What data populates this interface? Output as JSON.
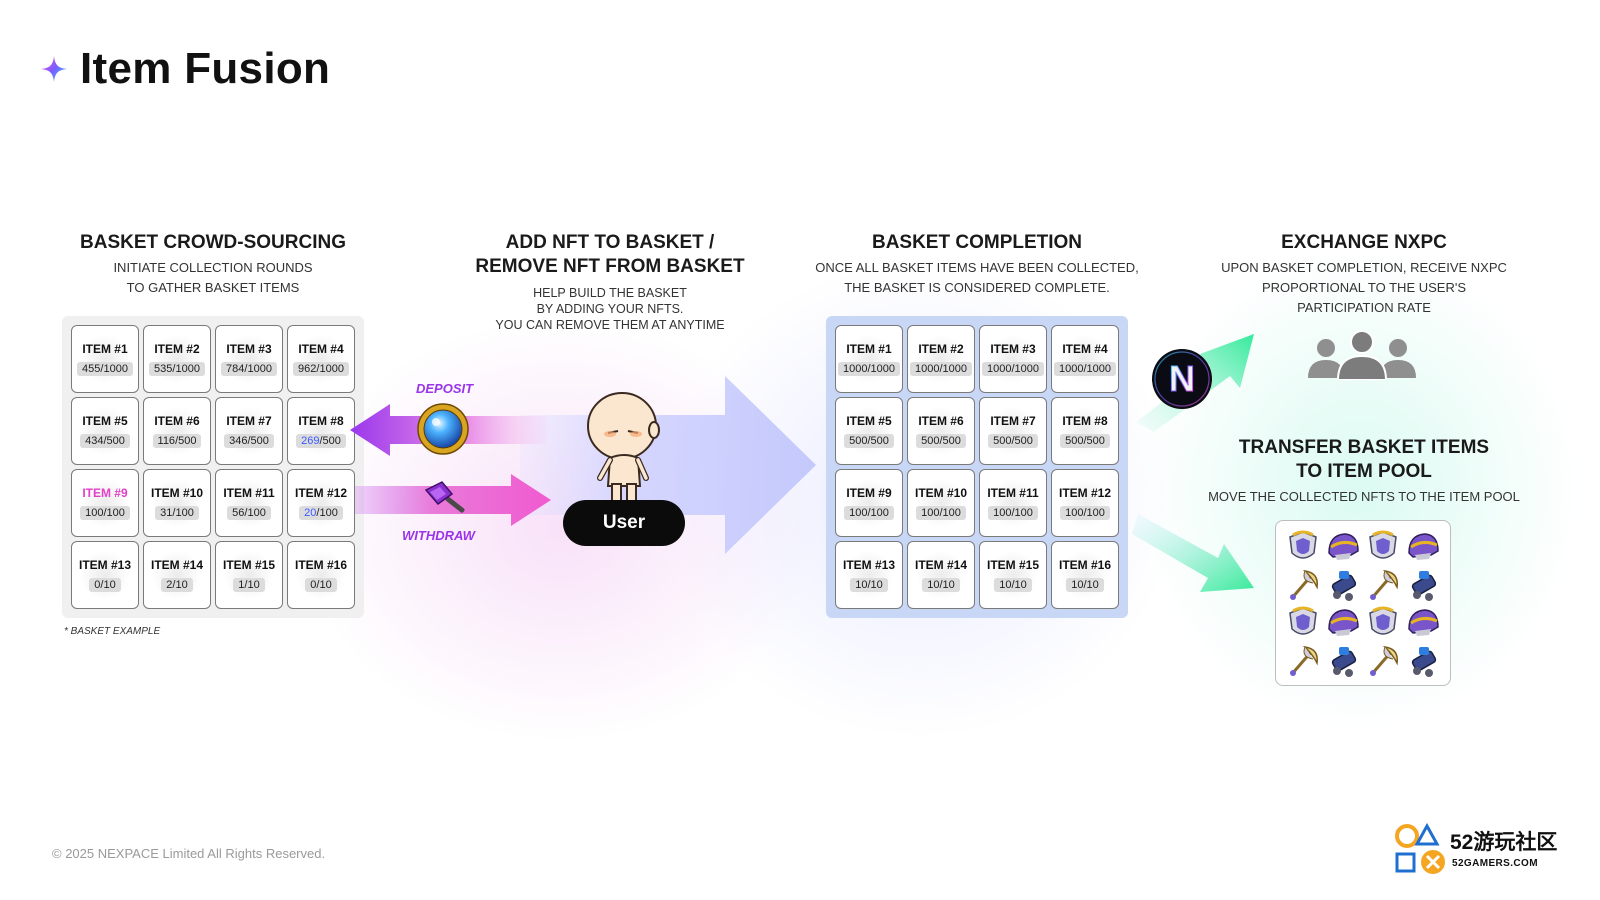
{
  "title": "Item Fusion",
  "colors": {
    "deposit": "#a44cf0",
    "withdraw": "#e450d6",
    "basket_complete_bg": "#c9d7f7",
    "accent_green": "#3ce8a8"
  },
  "sections": {
    "crowd": {
      "title": "BASKET CROWD-SOURCING",
      "desc": [
        "INITIATE COLLECTION ROUNDS",
        "TO GATHER BASKET ITEMS"
      ]
    },
    "add": {
      "title": [
        "ADD NFT TO BASKET /",
        "REMOVE NFT FROM BASKET"
      ],
      "desc": [
        "HELP BUILD THE BASKET",
        "BY ADDING YOUR NFTS.",
        "YOU CAN REMOVE THEM AT ANYTIME"
      ]
    },
    "completion": {
      "title": "BASKET COMPLETION",
      "desc": [
        "ONCE ALL BASKET ITEMS HAVE BEEN COLLECTED,",
        "THE BASKET IS CONSIDERED COMPLETE."
      ]
    },
    "exchange": {
      "title": "EXCHANGE NXPC",
      "desc": [
        "UPON BASKET COMPLETION, RECEIVE NXPC",
        "PROPORTIONAL TO THE USER'S",
        "PARTICIPATION RATE"
      ]
    },
    "transfer": {
      "title": [
        "TRANSFER BASKET ITEMS",
        "TO ITEM POOL"
      ],
      "desc": "MOVE THE COLLECTED NFTS TO THE ITEM POOL"
    }
  },
  "basket_example": [
    {
      "name": "ITEM #1",
      "have": "455",
      "need": "1000"
    },
    {
      "name": "ITEM #2",
      "have": "535",
      "need": "1000"
    },
    {
      "name": "ITEM #3",
      "have": "784",
      "need": "1000"
    },
    {
      "name": "ITEM #4",
      "have": "962",
      "need": "1000"
    },
    {
      "name": "ITEM #5",
      "have": "434",
      "need": "500"
    },
    {
      "name": "ITEM #6",
      "have": "116",
      "need": "500"
    },
    {
      "name": "ITEM #7",
      "have": "346",
      "need": "500"
    },
    {
      "name": "ITEM #8",
      "have": "269",
      "need": "500",
      "highlight_count": true
    },
    {
      "name": "ITEM #9",
      "have": "100",
      "need": "100",
      "highlight_name": true
    },
    {
      "name": "ITEM #10",
      "have": "31",
      "need": "100"
    },
    {
      "name": "ITEM #11",
      "have": "56",
      "need": "100"
    },
    {
      "name": "ITEM #12",
      "have": "20",
      "need": "100",
      "highlight_count": true
    },
    {
      "name": "ITEM #13",
      "have": "0",
      "need": "10"
    },
    {
      "name": "ITEM #14",
      "have": "2",
      "need": "10"
    },
    {
      "name": "ITEM #15",
      "have": "1",
      "need": "10"
    },
    {
      "name": "ITEM #16",
      "have": "0",
      "need": "10"
    }
  ],
  "basket_complete": [
    {
      "name": "ITEM #1",
      "have": "1000",
      "need": "1000"
    },
    {
      "name": "ITEM #2",
      "have": "1000",
      "need": "1000"
    },
    {
      "name": "ITEM #3",
      "have": "1000",
      "need": "1000"
    },
    {
      "name": "ITEM #4",
      "have": "1000",
      "need": "1000"
    },
    {
      "name": "ITEM #5",
      "have": "500",
      "need": "500"
    },
    {
      "name": "ITEM #6",
      "have": "500",
      "need": "500"
    },
    {
      "name": "ITEM #7",
      "have": "500",
      "need": "500"
    },
    {
      "name": "ITEM #8",
      "have": "500",
      "need": "500"
    },
    {
      "name": "ITEM #9",
      "have": "100",
      "need": "100"
    },
    {
      "name": "ITEM #10",
      "have": "100",
      "need": "100"
    },
    {
      "name": "ITEM #11",
      "have": "100",
      "need": "100"
    },
    {
      "name": "ITEM #12",
      "have": "100",
      "need": "100"
    },
    {
      "name": "ITEM #13",
      "have": "10",
      "need": "10"
    },
    {
      "name": "ITEM #14",
      "have": "10",
      "need": "10"
    },
    {
      "name": "ITEM #15",
      "have": "10",
      "need": "10"
    },
    {
      "name": "ITEM #16",
      "have": "10",
      "need": "10"
    }
  ],
  "note": "* BASKET EXAMPLE",
  "deposit_label": "DEPOSIT",
  "withdraw_label": "WITHDRAW",
  "user_label": "User",
  "nxpc_logo_letter": "N",
  "footer": "© 2025 NEXPACE Limited All Rights Reserved.",
  "watermark": {
    "big": "52游玩社区",
    "small": "52GAMERS.COM"
  },
  "pool_icons": [
    "shield-icon",
    "helmet-icon",
    "shield-icon",
    "helmet-icon",
    "axe-icon",
    "cannon-icon",
    "axe-icon",
    "cannon-icon",
    "shield-icon",
    "helmet-icon",
    "shield-icon",
    "helmet-icon",
    "axe-icon",
    "cannon-icon",
    "axe-icon",
    "cannon-icon"
  ]
}
